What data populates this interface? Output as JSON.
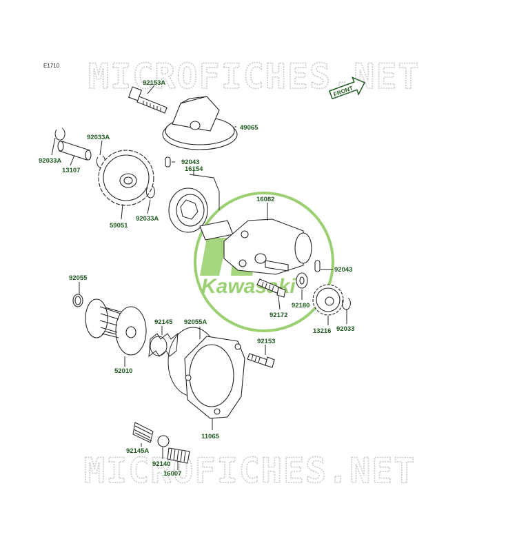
{
  "diagram_code": "E1710",
  "front_label": "FRONT",
  "watermark": {
    "top": "MICROFICHES.NET",
    "bottom": "MICROFICHES.NET",
    "logo_text": "Kawasaki",
    "logo_color": "#7ac143"
  },
  "line_color": "#1f1f1f",
  "label_color": "#1f5a1f",
  "parts": {
    "p92153A": "92153A",
    "p49065": "49065",
    "p92033A_a": "92033A",
    "p92033A_b": "92033A",
    "p92033A_c": "92033A",
    "p13107": "13107",
    "p92043_a": "92043",
    "p16154": "16154",
    "p59051": "59051",
    "p16082": "16082",
    "p92043_b": "92043",
    "p92055": "92055",
    "p92180": "92180",
    "p92172": "92172",
    "p13216": "13216",
    "p92033": "92033",
    "p92145": "92145",
    "p92055A": "92055A",
    "p92153": "92153",
    "p52010": "52010",
    "p11065": "11065",
    "p92145A": "92145A",
    "p92140": "92140",
    "p16007": "16007"
  }
}
